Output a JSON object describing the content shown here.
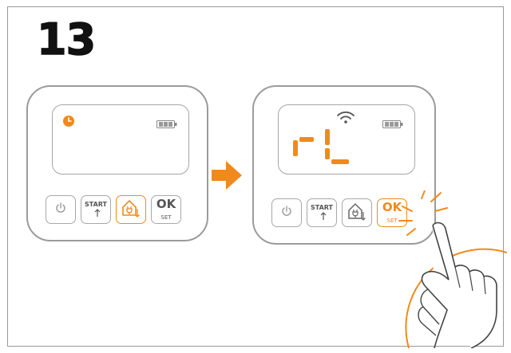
{
  "step": {
    "number": "13"
  },
  "colors": {
    "accent": "#f08a1c",
    "outline": "#9b9b9b",
    "text": "#555555"
  },
  "device_before": {
    "screen": {
      "status_icon": "clock-icon",
      "battery_icon": "battery-full-icon"
    },
    "buttons": {
      "power": {
        "icon": "power-icon"
      },
      "start": {
        "label": "START",
        "icon": "up-arrow-icon"
      },
      "home": {
        "icon": "house-plug-icon",
        "highlighted": true
      },
      "ok": {
        "label": "OK",
        "sublabel": "SET"
      }
    }
  },
  "transition": {
    "icon": "right-arrow-icon"
  },
  "device_after": {
    "screen": {
      "status_icon": "wifi-icon",
      "battery_icon": "battery-full-icon",
      "display_text": "rL"
    },
    "buttons": {
      "power": {
        "icon": "power-icon"
      },
      "start": {
        "label": "START",
        "icon": "up-arrow-icon"
      },
      "home": {
        "icon": "house-plug-icon"
      },
      "ok": {
        "label": "OK",
        "sublabel": "SET",
        "highlighted": true
      }
    }
  },
  "gesture": {
    "icon": "finger-press-icon"
  }
}
